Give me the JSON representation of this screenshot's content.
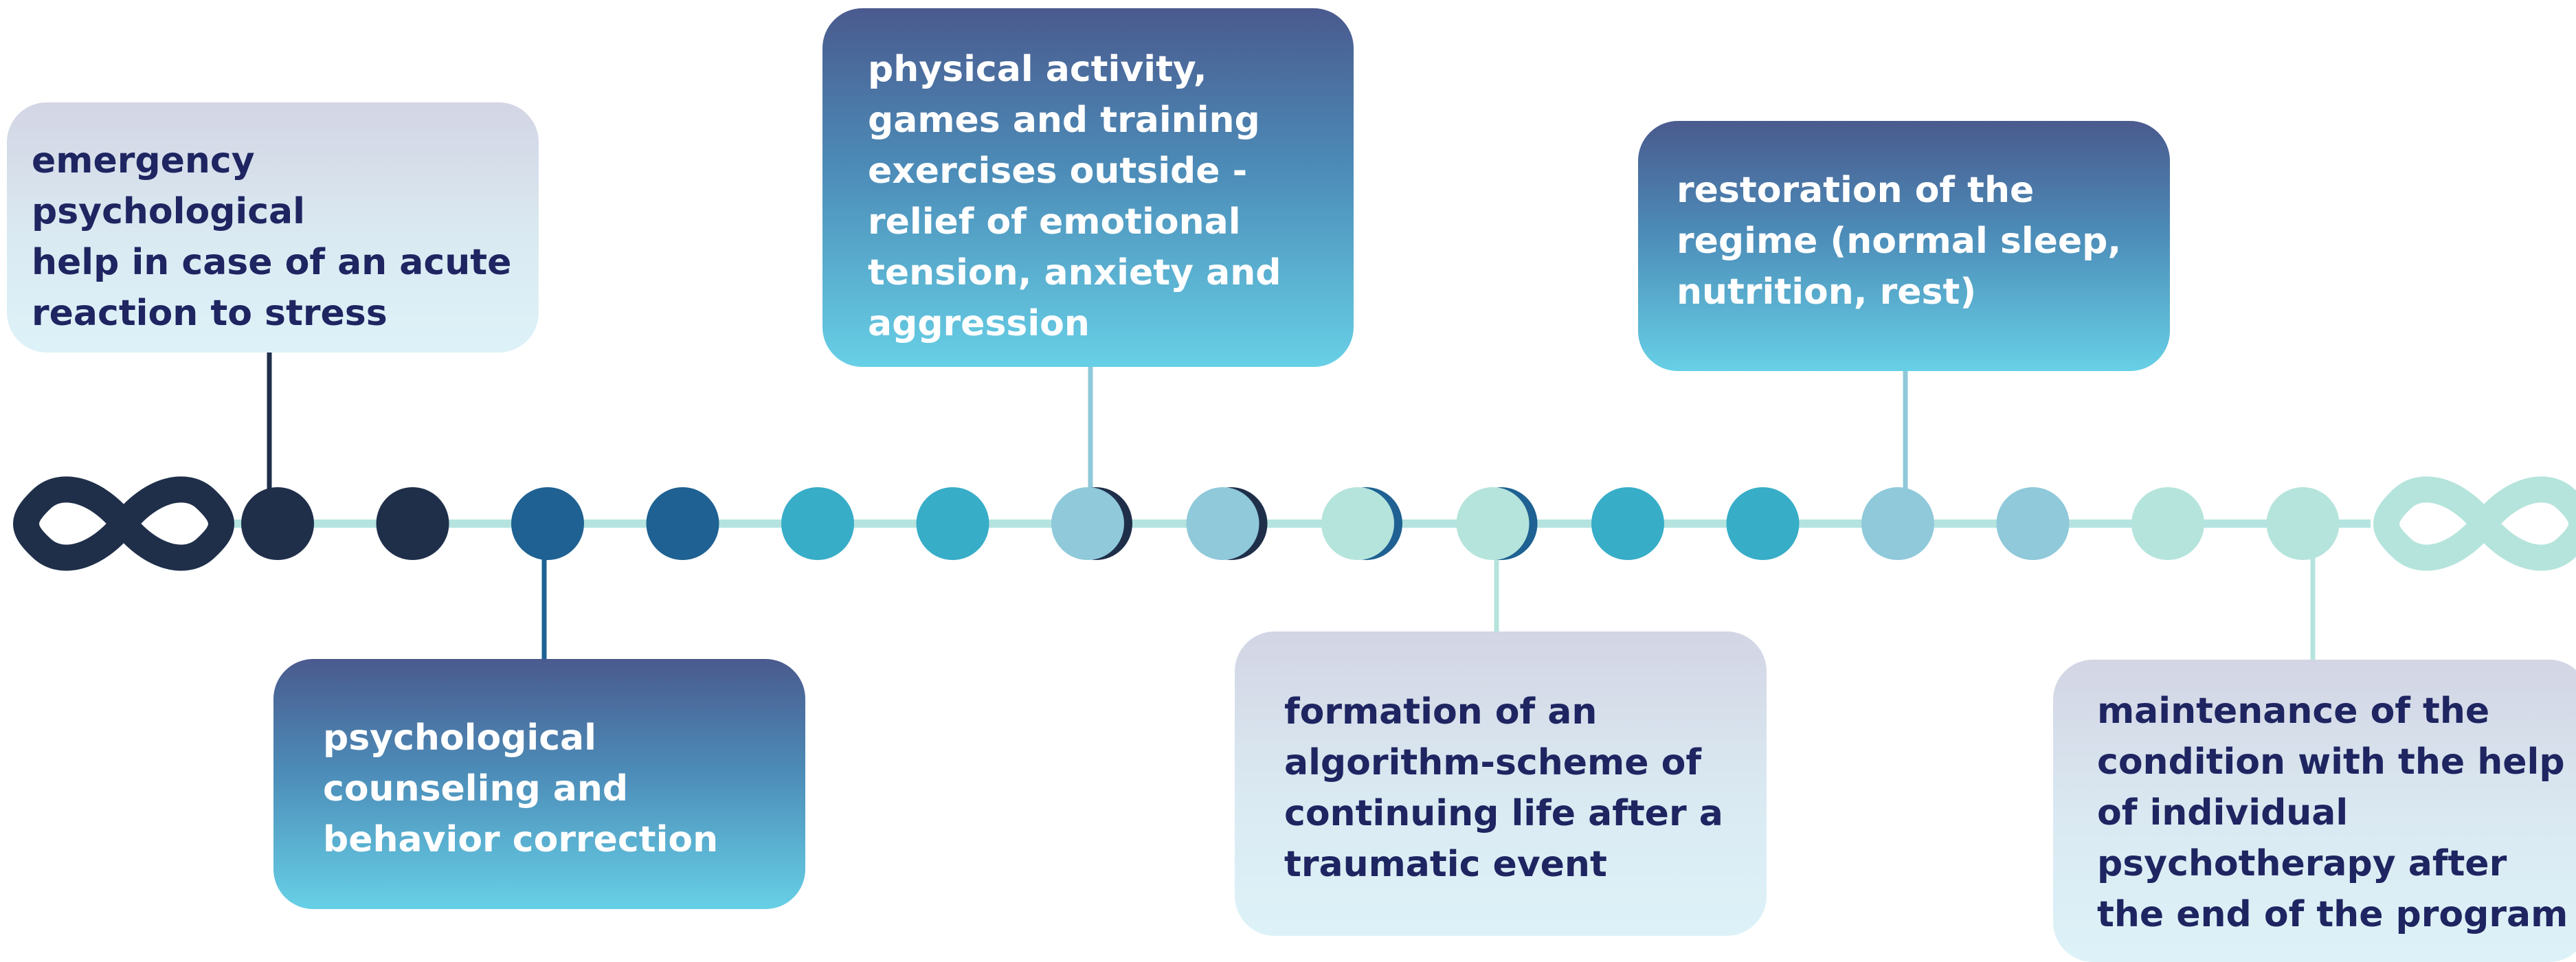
{
  "colors": {
    "navy": "#1f2f4a",
    "blue": "#1e6192",
    "teal": "#37adc8",
    "light_blue": "#8fc9da",
    "mint": "#b5e4dc",
    "connector": "#b5e4e0"
  },
  "timeline": {
    "start_icon": "infinity-icon",
    "end_icon": "infinity-icon",
    "dots": [
      {
        "color": "#1f2f4a"
      },
      {
        "color": "#1f2f4a"
      },
      {
        "color": "#1e6192"
      },
      {
        "color": "#1e6192"
      },
      {
        "color": "#37adc8"
      },
      {
        "color": "#37adc8"
      },
      {
        "color": "#8fc9da",
        "shadow": "#1f2f4a"
      },
      {
        "color": "#8fc9da",
        "shadow": "#1f2f4a"
      },
      {
        "color": "#b5e4dc",
        "shadow": "#1e6192"
      },
      {
        "color": "#b5e4dc",
        "shadow": "#1e6192"
      },
      {
        "color": "#37adc8"
      },
      {
        "color": "#37adc8"
      },
      {
        "color": "#8fc9da"
      },
      {
        "color": "#8fc9da"
      },
      {
        "color": "#b5e4dc"
      },
      {
        "color": "#b5e4dc"
      }
    ]
  },
  "steps": [
    {
      "text": "emergency psychological\nhelp in case of an acute\nreaction to stress",
      "style": "light",
      "position": "above"
    },
    {
      "text": "psychological\ncounseling and\nbehavior correction",
      "style": "dark",
      "position": "below"
    },
    {
      "text": "physical activity,\ngames and training\nexercises outside -\nrelief of emotional\ntension, anxiety and\naggression",
      "style": "dark",
      "position": "above"
    },
    {
      "text": "formation of an\nalgorithm-scheme of\ncontinuing life after a\ntraumatic event",
      "style": "light",
      "position": "below"
    },
    {
      "text": "restoration of the\nregime (normal sleep,\nnutrition, rest)",
      "style": "dark",
      "position": "above"
    },
    {
      "text": "maintenance of the\ncondition with the help\nof individual\npsychotherapy after\nthe end of the program",
      "style": "light",
      "position": "below"
    }
  ]
}
